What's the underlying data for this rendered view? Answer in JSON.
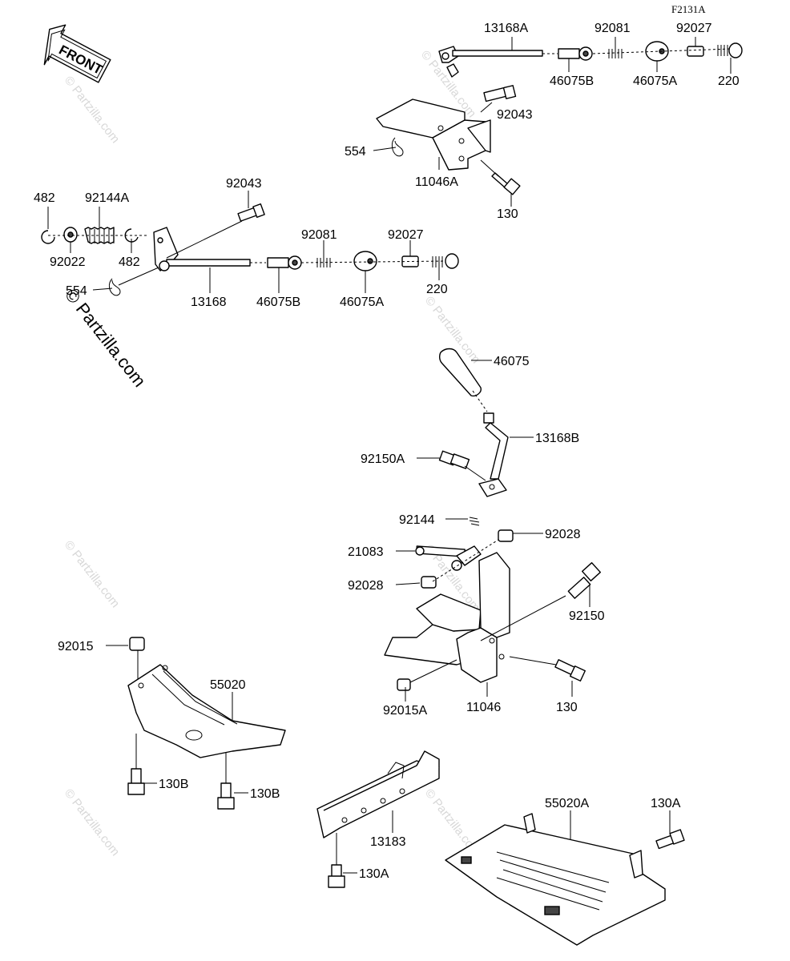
{
  "diagram_code": "F2131A",
  "front_label": "FRONT",
  "watermark_main": "© Partzilla.com",
  "watermark_faint": "© Partzilla.com",
  "labels": {
    "l_13168A": "13168A",
    "l_92081_top": "92081",
    "l_92027_top": "92027",
    "l_46075B_top": "46075B",
    "l_46075A_top": "46075A",
    "l_220_top": "220",
    "l_92043_top": "92043",
    "l_554_top": "554",
    "l_11046A": "11046A",
    "l_130_top": "130",
    "l_482_a": "482",
    "l_92144A": "92144A",
    "l_92022": "92022",
    "l_482_b": "482",
    "l_92043_mid": "92043",
    "l_554_mid": "554",
    "l_13168": "13168",
    "l_46075B_mid": "46075B",
    "l_92081_mid": "92081",
    "l_92027_mid": "92027",
    "l_46075A_mid": "46075A",
    "l_220_mid": "220",
    "l_46075": "46075",
    "l_13168B": "13168B",
    "l_92150A": "92150A",
    "l_92144": "92144",
    "l_92028_a": "92028",
    "l_21083": "21083",
    "l_92028_b": "92028",
    "l_92150": "92150",
    "l_92015": "92015",
    "l_55020": "55020",
    "l_130B_a": "130B",
    "l_130B_b": "130B",
    "l_92015A": "92015A",
    "l_11046": "11046",
    "l_130_mid": "130",
    "l_55020A": "55020A",
    "l_130A_a": "130A",
    "l_13183": "13183",
    "l_130A_b": "130A"
  }
}
